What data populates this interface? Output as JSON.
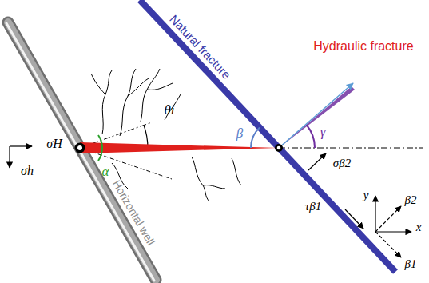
{
  "diagram": {
    "labels": [
      "Natural fracture",
      "Hydraulic fracture",
      "θi",
      "β",
      "γ",
      "α",
      "σH",
      "σh",
      "Horizontal well",
      "σβ2",
      "τβ1",
      "y",
      "x",
      "β2",
      "β1"
    ]
  }
}
